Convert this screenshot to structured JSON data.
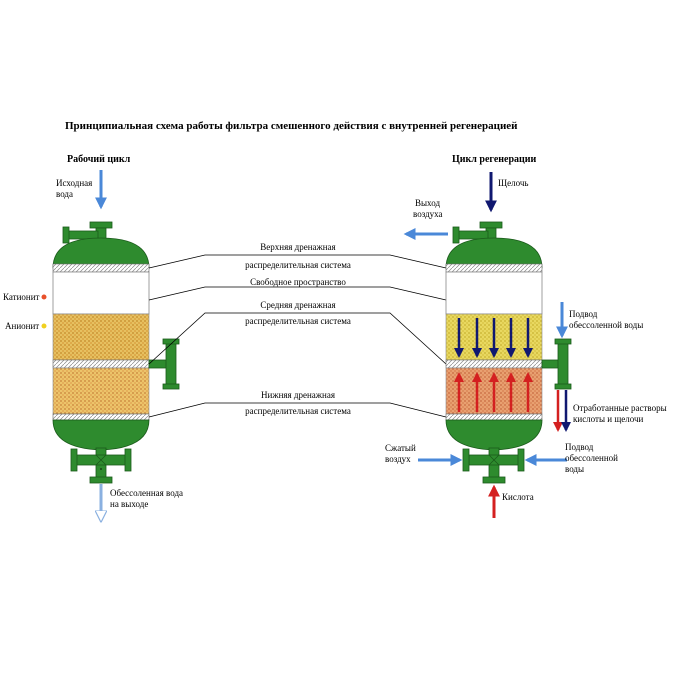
{
  "title": "Принципиальная схема работы фильтра смешенного действия с внутренней регенерацией",
  "left": {
    "cycle_title": "Рабочий цикл",
    "inlet": [
      "Исходная",
      "вода"
    ],
    "outlet": [
      "Обессоленная вода",
      "на выходе"
    ],
    "legend": {
      "cation": "Катионит",
      "anion": "Анионит",
      "cation_color": "#e8502a",
      "anion_color": "#f0d020"
    }
  },
  "center": {
    "upper_drain": [
      "Верхняя дренажная",
      "распределительная система"
    ],
    "free_space": "Свободное пространство",
    "middle_drain": [
      "Средняя дренажная",
      "распределительная система"
    ],
    "lower_drain": [
      "Нижняя дренажная",
      "распределительная система"
    ]
  },
  "right": {
    "cycle_title": "Цикл регенерации",
    "alkali": "Щелочь",
    "air_out": [
      "Выход",
      "воздуха"
    ],
    "feed_top": [
      "Подвод",
      "обессоленной воды"
    ],
    "spent": [
      "Отработанные растворы",
      "кислоты и щелочи"
    ],
    "air_in": [
      "Сжатый",
      "воздух"
    ],
    "feed_bottom": [
      "Подвод",
      "обессоленной",
      "воды"
    ],
    "acid": "Кислота"
  },
  "colors": {
    "pipe_green": "#2e8b2e",
    "water_arrow": "#4a88d8",
    "alkali_arrow": "#101870",
    "acid_arrow": "#d42020"
  }
}
